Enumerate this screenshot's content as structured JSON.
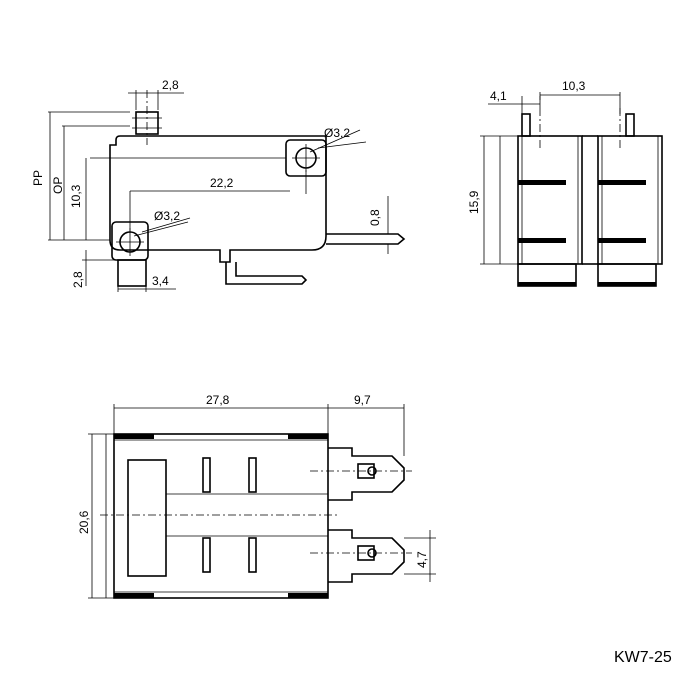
{
  "model_label": "KW7-25",
  "side_view": {
    "dim_top_width": "2,8",
    "dim_pin_upper": "Ø3,2",
    "dim_pin_lower": "Ø3,2",
    "dim_pin_spacing": "22,2",
    "dim_pin_vertical": "10,3",
    "dim_terminal": "0,8",
    "dim_bottom_height": "2,8",
    "dim_bottom_width": "3,4",
    "label_pp": "PP",
    "label_op": "OP"
  },
  "end_view": {
    "dim_offset": "4,1",
    "dim_spacing": "10,3",
    "dim_height": "15,9"
  },
  "top_view": {
    "dim_body_length": "27,8",
    "dim_terminal_length": "9,7",
    "dim_body_height": "20,6",
    "dim_terminal_width": "4,7"
  }
}
